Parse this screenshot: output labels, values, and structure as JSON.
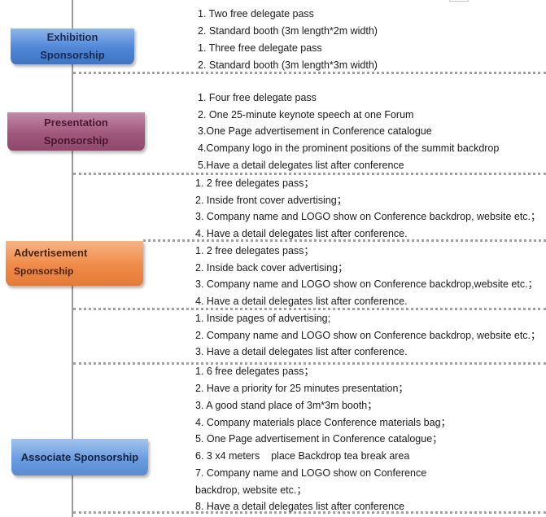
{
  "badges": {
    "exhibition": "Exhibition Sponsorship",
    "presentation": "Presentation Sponsorship",
    "advertisement_l1": "Advertisement",
    "advertisement_l2": "Sponsorship",
    "associate": "Associate Sponsorship"
  },
  "exhibition": [
    "1. Two free delegate pass",
    "2. Standard booth (3m length*2m width)",
    "1. Three free delegate pass",
    "2. Standard booth (3m length*3m width)"
  ],
  "presentation": [
    "1. Four free delegate pass",
    "2. One 25-minute keynote speech at one Forum",
    "3.One Page advertisement in Conference catalogue",
    "4.Company logo in the prominent positions of the summit backdrop",
    "5.Have a detail delegates list after conference"
  ],
  "advertisement_a": [
    "1. 2 free delegates pass；",
    "2. Inside front cover advertising；",
    "3. Company name and LOGO show on Conference backdrop, website etc.；",
    "4. Have a detail delegates list after conference."
  ],
  "advertisement_b": [
    "1. 2 free delegates pass；",
    "2. Inside back cover advertising；",
    "3. Company name and LOGO show on Conference backdrop,website etc.；",
    "4. Have a detail delegates list after conference."
  ],
  "advertisement_c": [
    "1. Inside pages of advertising;",
    "2. Company name and LOGO show on Conference backdrop, website etc.；",
    "3. Have a detail delegates list after conference."
  ],
  "associate": [
    "1. 6 free delegates pass；",
    "2. Have a priority for 25 minutes presentation；",
    "3. A good stand place of 3m*3m booth；",
    "4. Company materials place Conference materials bag；",
    "5. One Page advertisement in Conference catalogue；",
    "6. 3 x4 meters    place Backdrop tea break area",
    "7. Company name and LOGO show on Conference",
    "backdrop, website etc.；",
    "8. Have a detail delegates list after conference"
  ]
}
